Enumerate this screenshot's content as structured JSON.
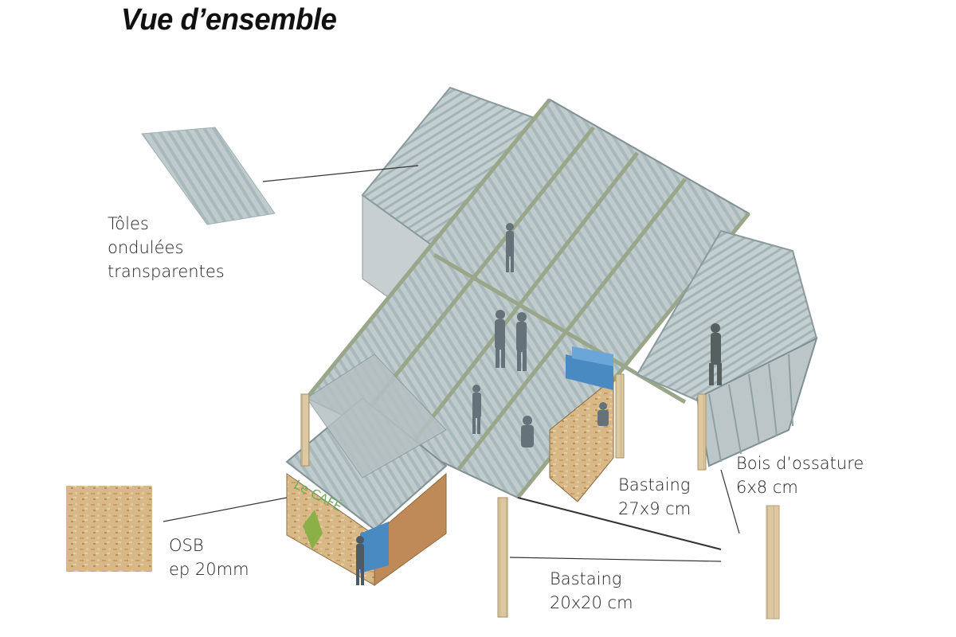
{
  "title": "Vue d’ensemble",
  "labels": {
    "toles": [
      "Tôles",
      "ondulées",
      "transparentes"
    ],
    "osb": [
      "OSB",
      "ep 20mm"
    ],
    "bastaing_27": [
      "Bastaing",
      "27x9 cm"
    ],
    "bastaing_20": [
      "Bastaing",
      "20x20 cm"
    ],
    "bois_ossature": [
      "Bois d’ossature",
      "6x8 cm"
    ]
  },
  "sign_text": "Le CAFÉ",
  "colors": {
    "roof": "#b7c4c6",
    "roof_dark": "#8fa0a3",
    "timber": "#d9c7a0",
    "osb": "#d8b886",
    "wall": "#c9a06a",
    "shadow_wall": "#9a8a6d"
  }
}
